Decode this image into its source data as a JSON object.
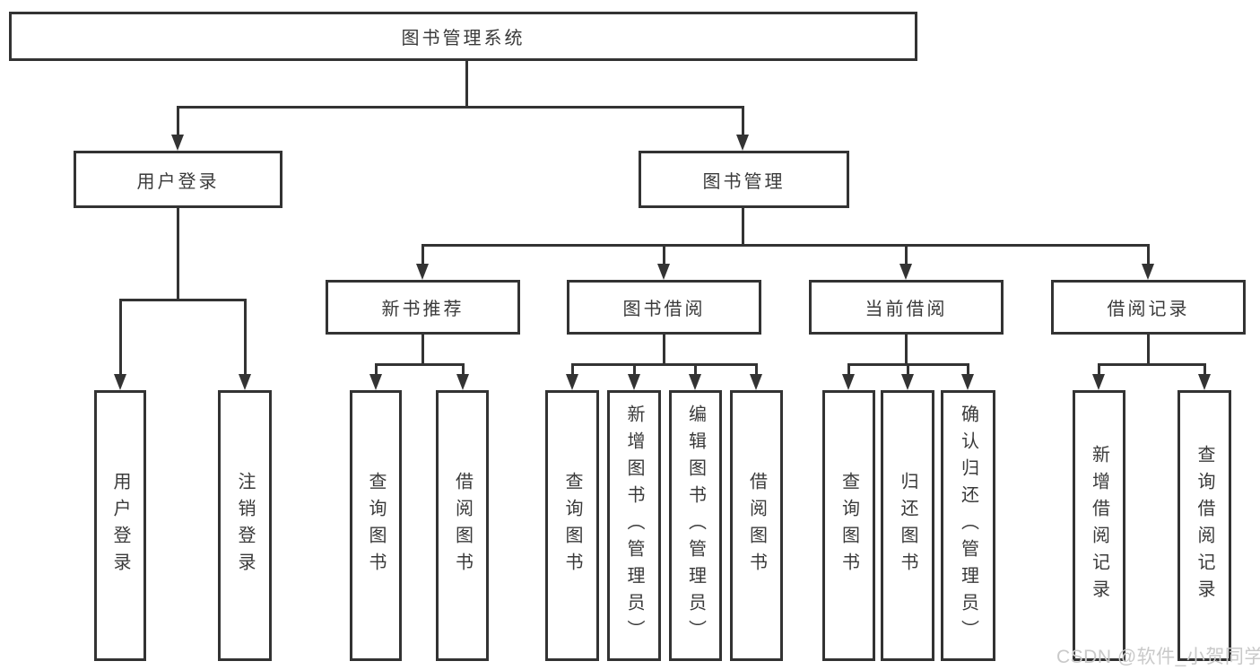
{
  "diagram": {
    "title": "图书管理系统",
    "tree": {
      "label": "图书管理系统",
      "children": [
        {
          "label": "用户登录",
          "children": [
            {
              "label": "用户登录"
            },
            {
              "label": "注销登录"
            }
          ]
        },
        {
          "label": "图书管理",
          "children": [
            {
              "label": "新书推荐",
              "children": [
                {
                  "label": "查询图书"
                },
                {
                  "label": "借阅图书"
                }
              ]
            },
            {
              "label": "图书借阅",
              "children": [
                {
                  "label": "查询图书"
                },
                {
                  "label": "新增图书（管理员）"
                },
                {
                  "label": "编辑图书（管理员）"
                },
                {
                  "label": "借阅图书"
                }
              ]
            },
            {
              "label": "当前借阅",
              "children": [
                {
                  "label": "查询图书"
                },
                {
                  "label": "归还图书"
                },
                {
                  "label": "确认归还（管理员）"
                }
              ]
            },
            {
              "label": "借阅记录",
              "children": [
                {
                  "label": "新增借阅记录"
                },
                {
                  "label": "查询借阅记录"
                }
              ]
            }
          ]
        }
      ]
    },
    "colors": {
      "line": "#333333",
      "text": "#3a3a3a",
      "background": "#ffffff",
      "watermark": "#c9c9c9"
    }
  },
  "watermark": {
    "text": "CSDN @软件_小贺同学"
  }
}
